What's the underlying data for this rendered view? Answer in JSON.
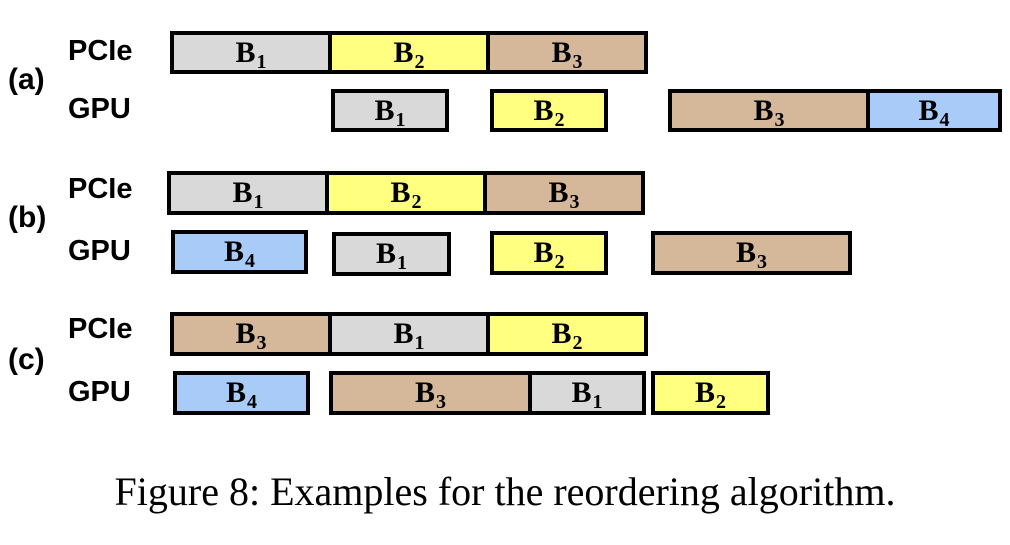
{
  "colors": {
    "B1": "#d9d9d9",
    "B2": "#ffff80",
    "B3": "#d5b79a",
    "B4": "#a9cbf7"
  },
  "panels": [
    {
      "label": "(a)",
      "rows": [
        {
          "label": "PCIe",
          "blocks": [
            {
              "letter": "B",
              "index": "1",
              "color_key": "B1"
            },
            {
              "letter": "B",
              "index": "2",
              "color_key": "B2"
            },
            {
              "letter": "B",
              "index": "3",
              "color_key": "B3"
            }
          ]
        },
        {
          "label": "GPU",
          "blocks": [
            {
              "letter": "B",
              "index": "1",
              "color_key": "B1"
            },
            {
              "letter": "B",
              "index": "2",
              "color_key": "B2"
            },
            {
              "letter": "B",
              "index": "3",
              "color_key": "B3"
            },
            {
              "letter": "B",
              "index": "4",
              "color_key": "B4"
            }
          ]
        }
      ]
    },
    {
      "label": "(b)",
      "rows": [
        {
          "label": "PCIe",
          "blocks": [
            {
              "letter": "B",
              "index": "1",
              "color_key": "B1"
            },
            {
              "letter": "B",
              "index": "2",
              "color_key": "B2"
            },
            {
              "letter": "B",
              "index": "3",
              "color_key": "B3"
            }
          ]
        },
        {
          "label": "GPU",
          "blocks": [
            {
              "letter": "B",
              "index": "4",
              "color_key": "B4"
            },
            {
              "letter": "B",
              "index": "1",
              "color_key": "B1"
            },
            {
              "letter": "B",
              "index": "2",
              "color_key": "B2"
            },
            {
              "letter": "B",
              "index": "3",
              "color_key": "B3"
            }
          ]
        }
      ]
    },
    {
      "label": "(c)",
      "rows": [
        {
          "label": "PCIe",
          "blocks": [
            {
              "letter": "B",
              "index": "3",
              "color_key": "B3"
            },
            {
              "letter": "B",
              "index": "1",
              "color_key": "B1"
            },
            {
              "letter": "B",
              "index": "2",
              "color_key": "B2"
            }
          ]
        },
        {
          "label": "GPU",
          "blocks": [
            {
              "letter": "B",
              "index": "4",
              "color_key": "B4"
            },
            {
              "letter": "B",
              "index": "3",
              "color_key": "B3"
            },
            {
              "letter": "B",
              "index": "1",
              "color_key": "B1"
            },
            {
              "letter": "B",
              "index": "2",
              "color_key": "B2"
            }
          ]
        }
      ]
    }
  ],
  "caption": "Figure 8: Examples for the reordering algorithm."
}
